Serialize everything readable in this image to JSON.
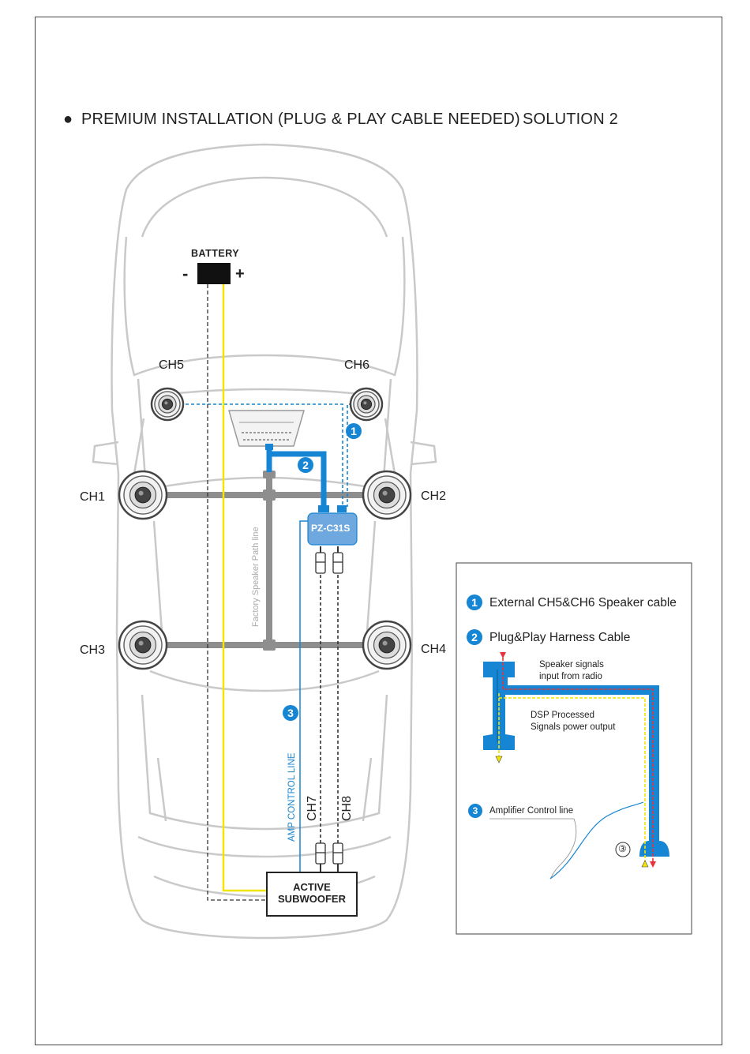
{
  "header": {
    "title": "PREMIUM INSTALLATION (PLUG & PLAY CABLE NEEDED)",
    "solution": "SOLUTION 2"
  },
  "battery": {
    "label": "BATTERY",
    "minus": "-",
    "plus": "+"
  },
  "speakers": {
    "ch1": "CH1",
    "ch2": "CH2",
    "ch3": "CH3",
    "ch4": "CH4",
    "ch5": "CH5",
    "ch6": "CH6"
  },
  "module": {
    "label": "PZ-C31S"
  },
  "wiring": {
    "factory_path": "Factory Speaker Path line",
    "amp_control": "AMP CONTROL LINE",
    "ch7": "CH7",
    "ch8": "CH8"
  },
  "subwoofer": {
    "line1": "ACTIVE",
    "line2": "SUBWOOFER"
  },
  "badges": [
    "1",
    "2",
    "3"
  ],
  "legend": {
    "item1": "External CH5&CH6 Speaker cable",
    "item2": "Plug&Play Harness Cable",
    "speaker_signals_line1": "Speaker signals",
    "speaker_signals_line2": "input from radio",
    "dsp_line1": "DSP Processed",
    "dsp_line2": "Signals power output",
    "item3": "Amplifier  Control line",
    "circle3": "③"
  },
  "colors": {
    "blue": "#1685d3",
    "yellow": "#f2e600",
    "gray_bus": "#8e8e8e",
    "car_outline": "#c7c7c7",
    "module_fill": "#6fa8de",
    "red_arrow": "#e5323b"
  }
}
